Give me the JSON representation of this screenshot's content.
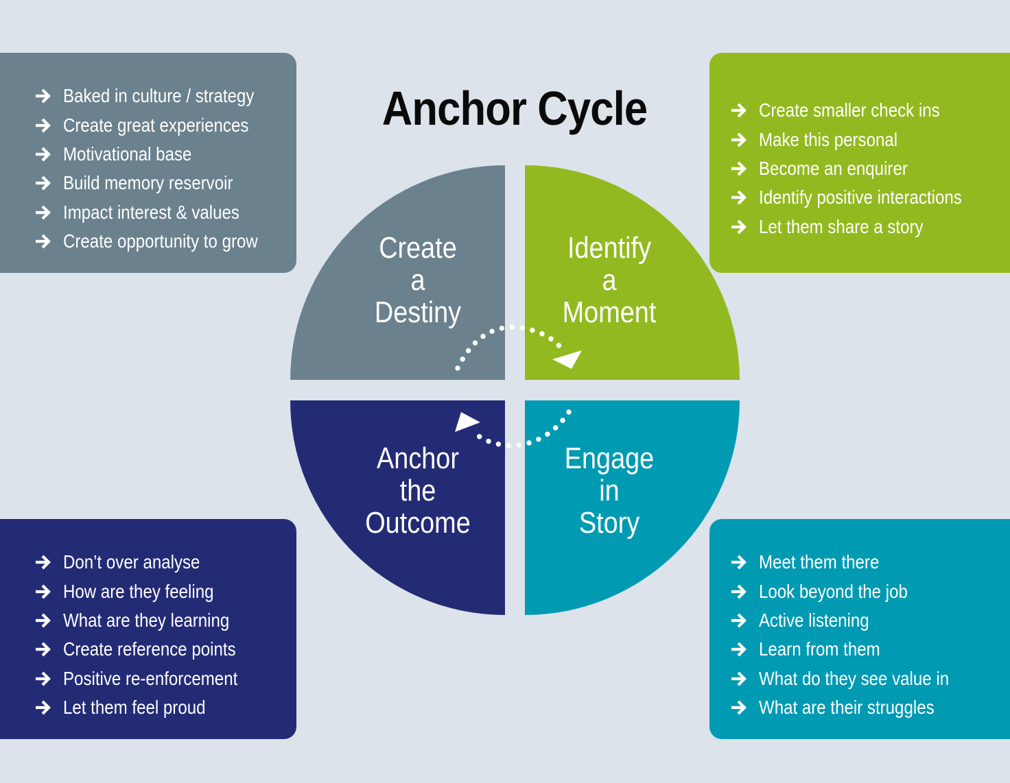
{
  "title": "Anchor Cycle",
  "colors": {
    "background": "#dce3ea",
    "create_destiny": "#6b818d",
    "identify_moment": "#93b920",
    "engage_story": "#009ab3",
    "anchor_outcome": "#242b75"
  },
  "icons": {
    "bullet": "arrow-right-icon",
    "cycle": "dotted-cycle-arrow"
  },
  "quadrants": {
    "top_left": {
      "line1": "Create",
      "line2": "a",
      "line3": "Destiny"
    },
    "top_right": {
      "line1": "Identify",
      "line2": "a",
      "line3": "Moment"
    },
    "bottom_right": {
      "line1": "Engage",
      "line2": "in",
      "line3": "Story"
    },
    "bottom_left": {
      "line1": "Anchor",
      "line2": "the",
      "line3": "Outcome"
    }
  },
  "boxes": {
    "top_left": [
      "Baked in culture / strategy",
      "Create great experiences",
      "Motivational base",
      "Build memory reservoir",
      "Impact interest & values",
      "Create opportunity to grow"
    ],
    "top_right": [
      "Create smaller check ins",
      "Make this personal",
      "Become an enquirer",
      "Identify positive interactions",
      "Let them share a story"
    ],
    "bottom_left": [
      "Don’t over analyse",
      "How are they feeling",
      "What are they learning",
      "Create reference points",
      "Positive re-enforcement",
      "Let them feel proud"
    ],
    "bottom_right": [
      "Meet them there",
      "Look beyond the job",
      "Active listening",
      "Learn from them",
      "What do they see value in",
      "What are their struggles"
    ]
  }
}
